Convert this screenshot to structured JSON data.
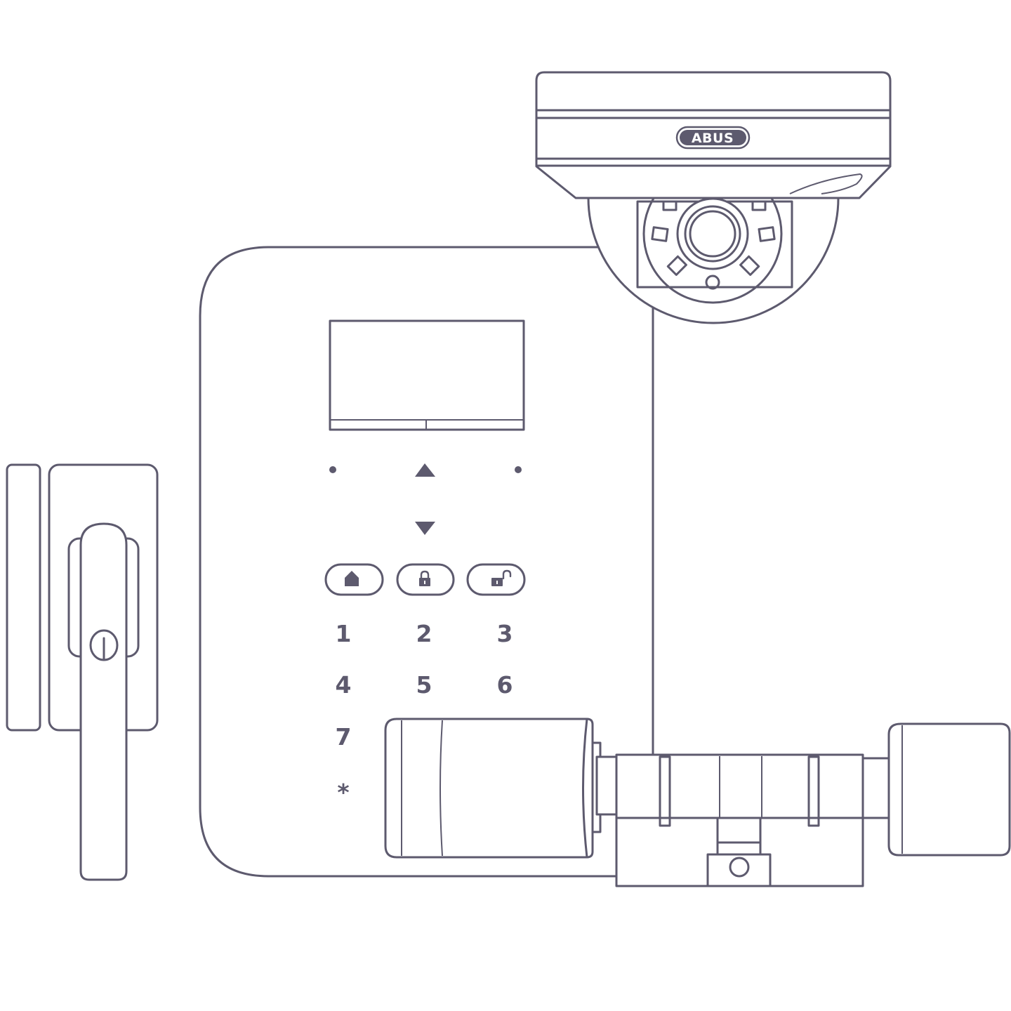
{
  "brand_logo": "ABUS",
  "keypad": {
    "keys": [
      "1",
      "2",
      "3",
      "4",
      "5",
      "6",
      "7",
      "*"
    ]
  },
  "icons": {
    "home": "home-icon",
    "lock": "lock-closed-icon",
    "unlock": "lock-open-icon",
    "up": "arrow-up-icon",
    "down": "arrow-down-icon"
  },
  "colors": {
    "line": "#5d5a6e",
    "background": "#ffffff"
  }
}
